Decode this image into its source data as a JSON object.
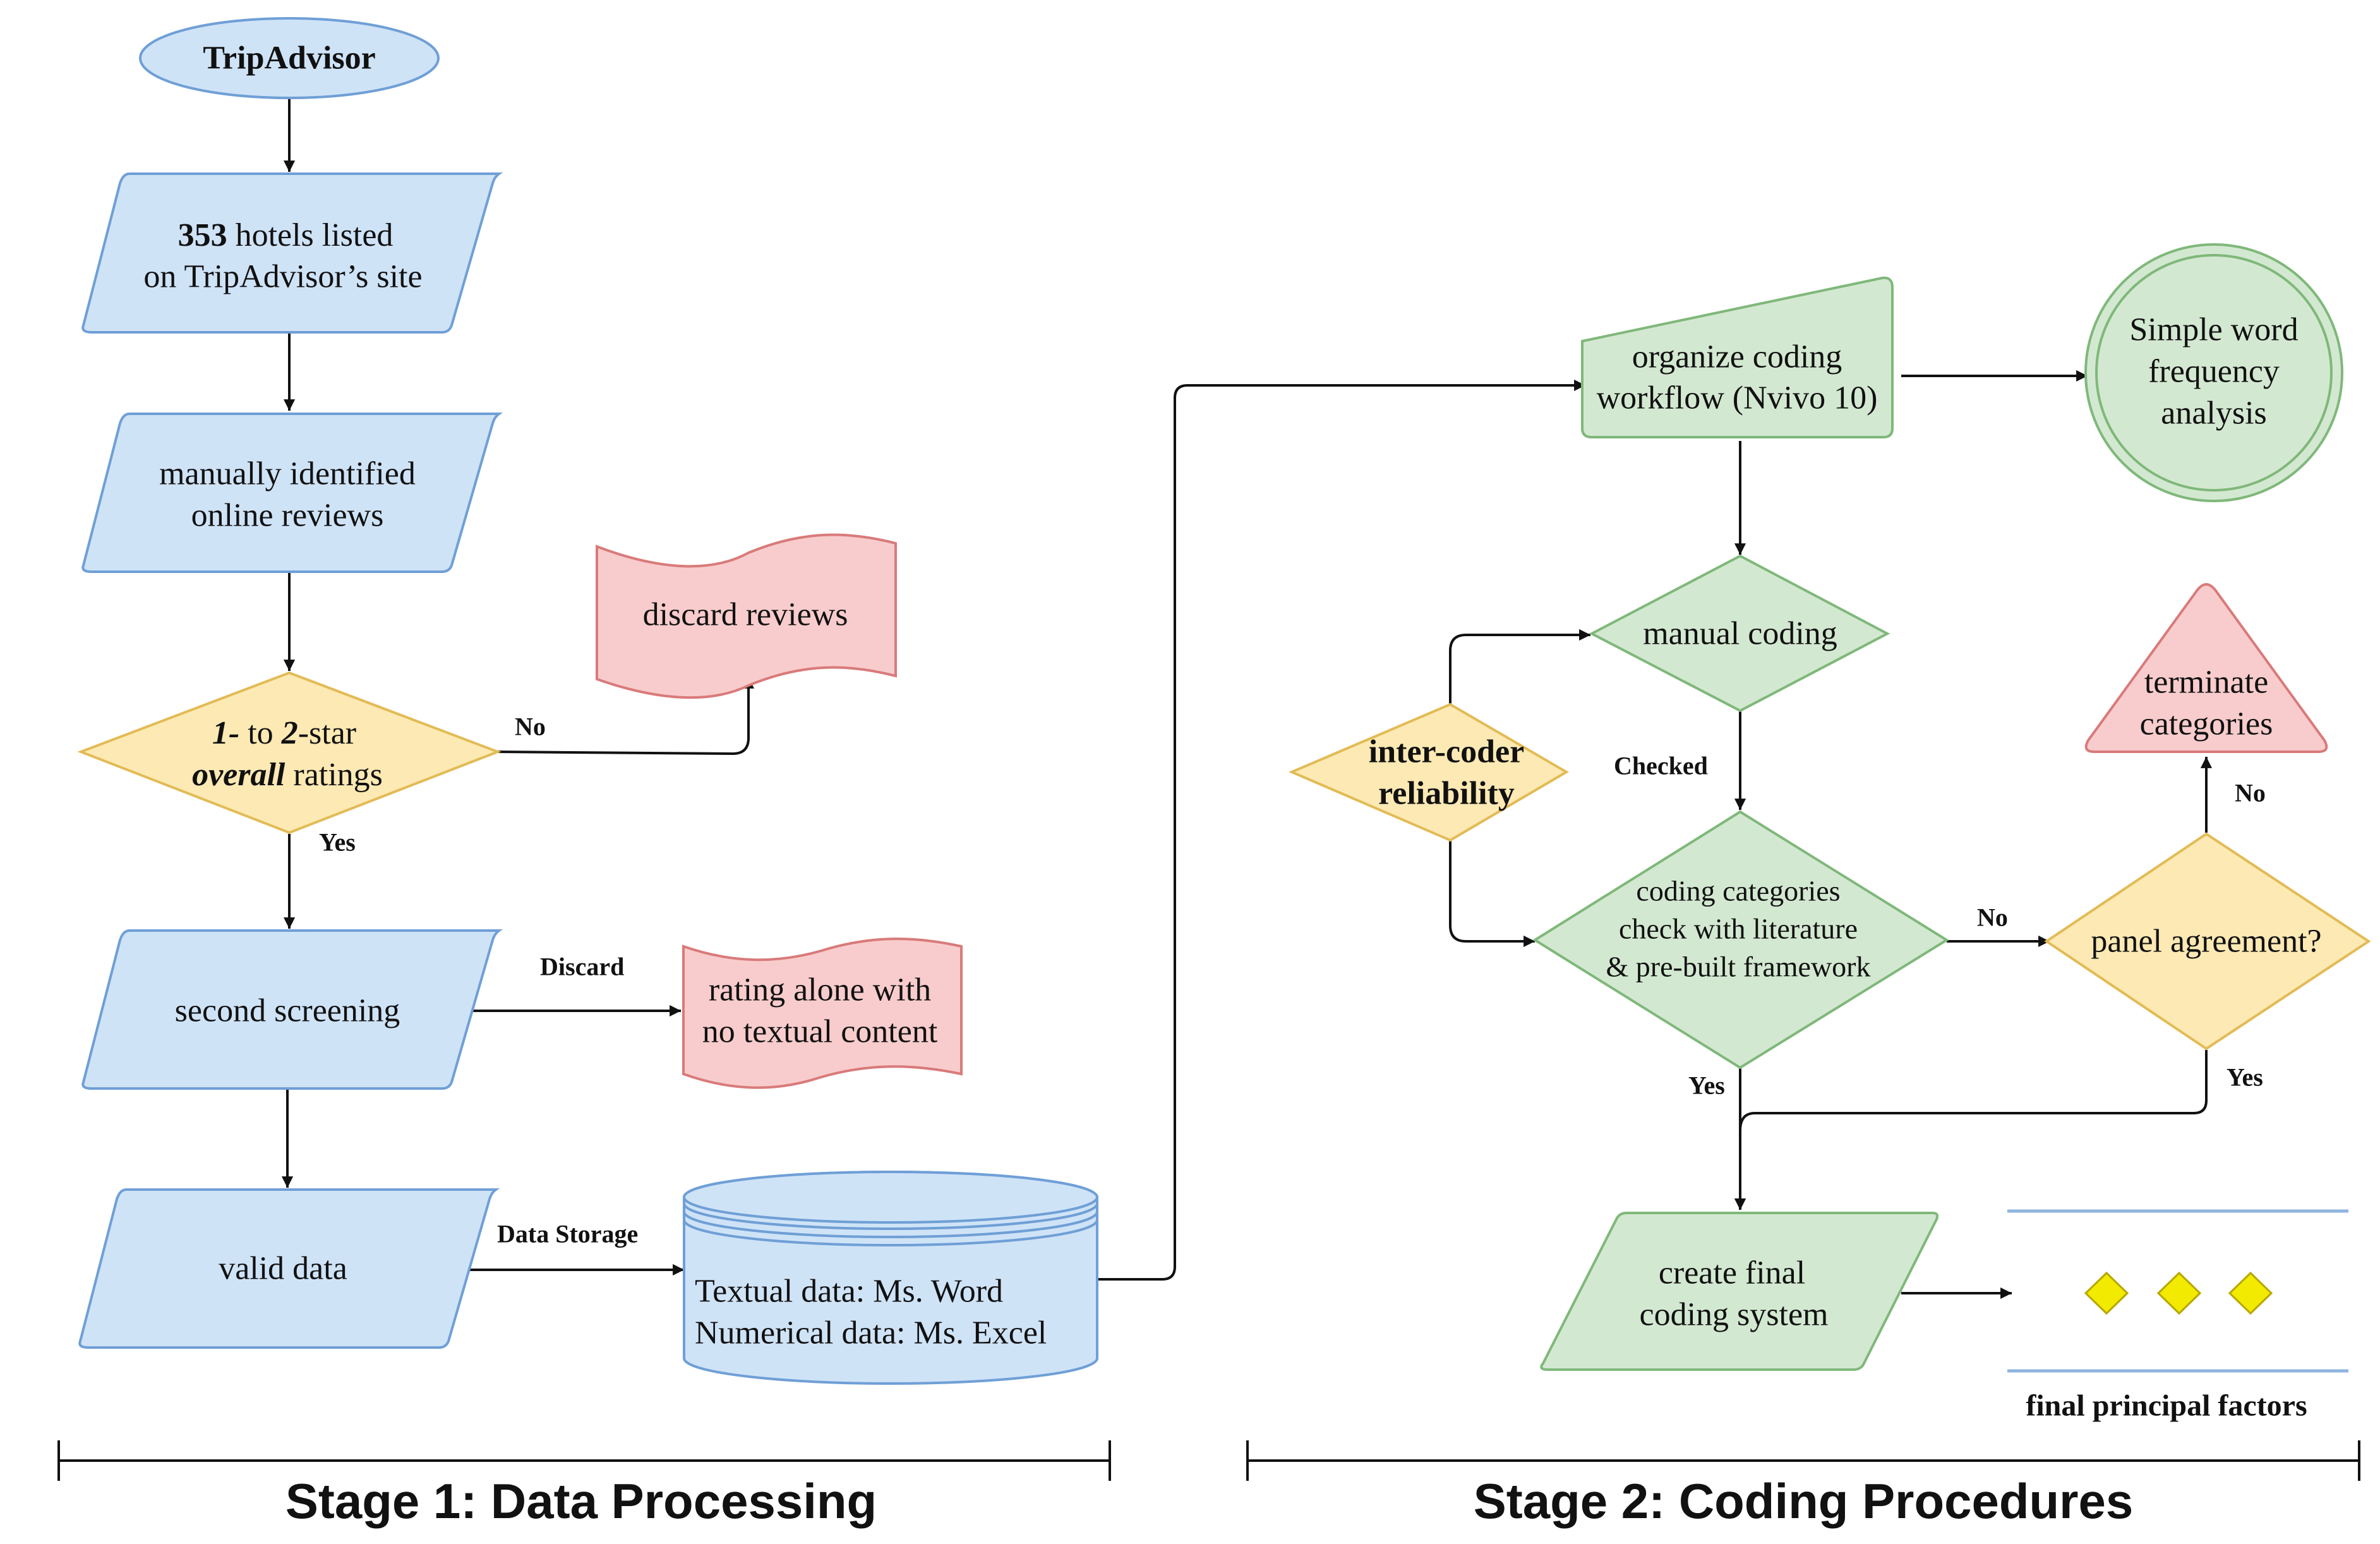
{
  "stage1": {
    "tripadvisor": "TripAdvisor",
    "hotels": {
      "count": "353",
      "line1_rest": " hotels listed",
      "line2": "on TripAdvisor’s site"
    },
    "manually": {
      "line1": "manually identified",
      "line2": "online reviews"
    },
    "discard_reviews": "discard reviews",
    "ratings": {
      "a": "1-",
      "b": " to ",
      "c": "2",
      "d": "-star",
      "e": "overall",
      "f": " ratings"
    },
    "second_screening": "second screening",
    "rating_alone": {
      "line1": "rating alone with",
      "line2": "no textual content"
    },
    "valid_data": "valid data",
    "storage": {
      "line1": "Textual data: Ms. Word",
      "line2": "Numerical data: Ms. Excel"
    },
    "edges": {
      "no": "No",
      "yes": "Yes",
      "discard": "Discard",
      "data_storage": "Data Storage"
    },
    "title": "Stage 1: Data Processing"
  },
  "stage2": {
    "organize": {
      "line1": "organize coding",
      "line2": "workflow (Nvivo 10)"
    },
    "simple_word": {
      "line1": "Simple word",
      "line2": "frequency",
      "line3": "analysis"
    },
    "manual_coding": "manual coding",
    "inter_coder": {
      "line1": "inter-coder",
      "line2": "reliability"
    },
    "coding_categories": {
      "line1": "coding categories",
      "line2": "check with literature",
      "line3": "& pre-built framework"
    },
    "panel": "panel agreement?",
    "terminate": {
      "line1": "terminate",
      "line2": "categories"
    },
    "create_final": {
      "line1": "create final",
      "line2": "coding system"
    },
    "final_factors": "final principal factors",
    "edges": {
      "checked": "Checked",
      "no1": "No",
      "no2": "No",
      "yes1": "Yes",
      "yes2": "Yes"
    },
    "title": "Stage 2: Coding Procedures"
  },
  "colors": {
    "blue_fill": "#cfe3f7",
    "blue_stroke": "#6f9fd6",
    "red_fill": "#f8cccc",
    "red_stroke": "#d97a7a",
    "yellow_fill": "#fde9b3",
    "yellow_stroke": "#e2bb55",
    "green_fill": "#d3e8d1",
    "green_stroke": "#7fb87a",
    "factor_marker": "#f2ea00"
  }
}
